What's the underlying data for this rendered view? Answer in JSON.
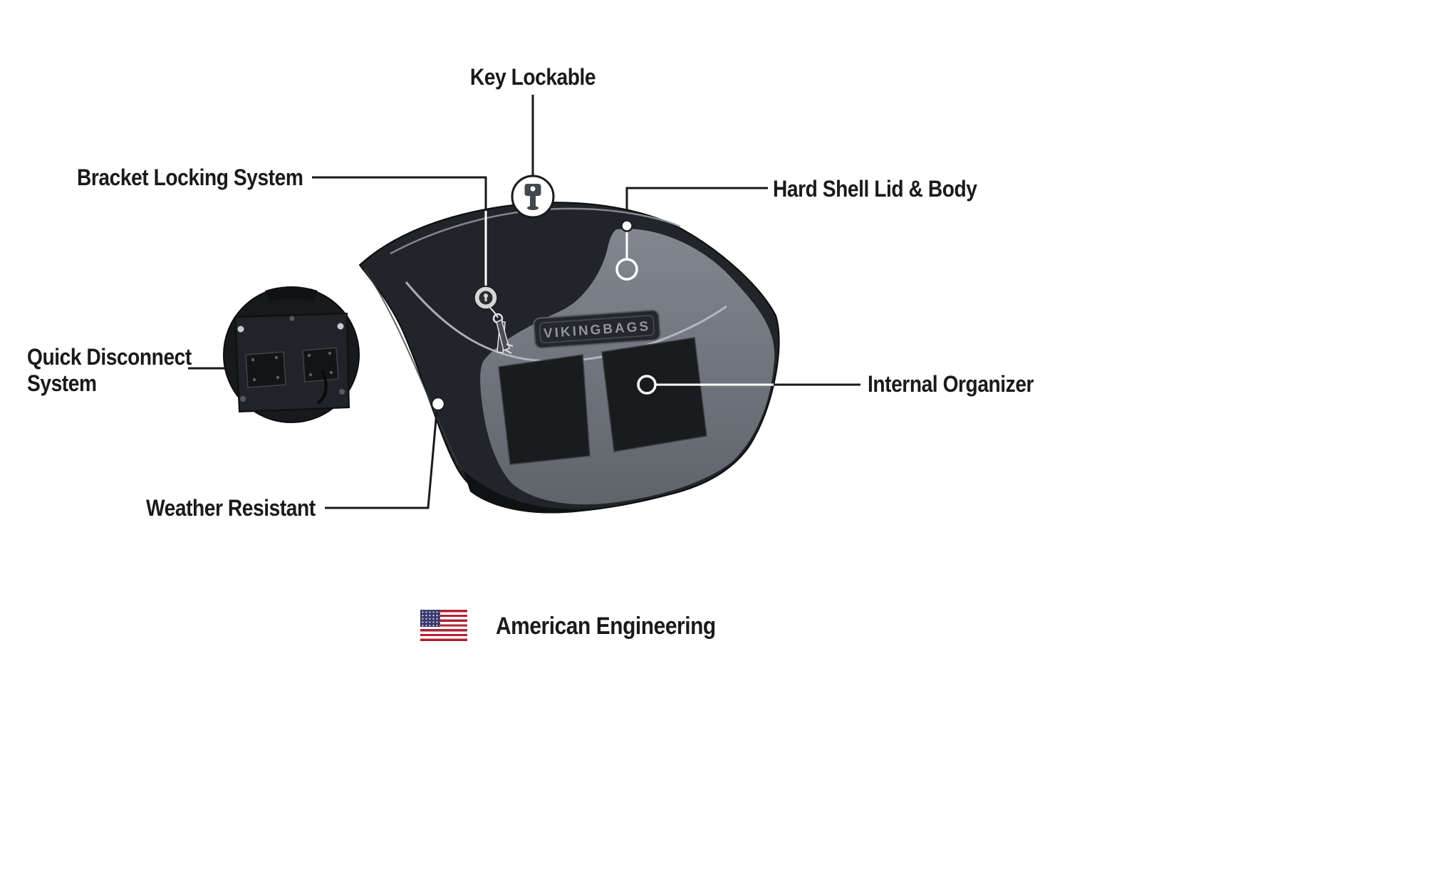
{
  "diagram": {
    "labels": {
      "key_lockable": "Key Lockable",
      "bracket_locking_system": "Bracket Locking System",
      "hard_shell_lid_body": "Hard Shell Lid & Body",
      "quick_disconnect_line1": "Quick Disconnect",
      "quick_disconnect_line2": "System",
      "internal_organizer": "Internal Organizer",
      "weather_resistant": "Weather Resistant",
      "american_engineering": "American Engineering"
    },
    "badge_text": "VIKINGBAGS",
    "colors": {
      "label_text": "#1a1a1a",
      "callout_line": "#1a1a1a",
      "callout_line_on_bag": "#ffffff",
      "bag_body_dark": "#212428",
      "bag_lid_gray": "#7d828a",
      "pocket_dark": "#191c1f",
      "flag_red": "#B22234",
      "flag_blue": "#3C3B6E"
    }
  }
}
